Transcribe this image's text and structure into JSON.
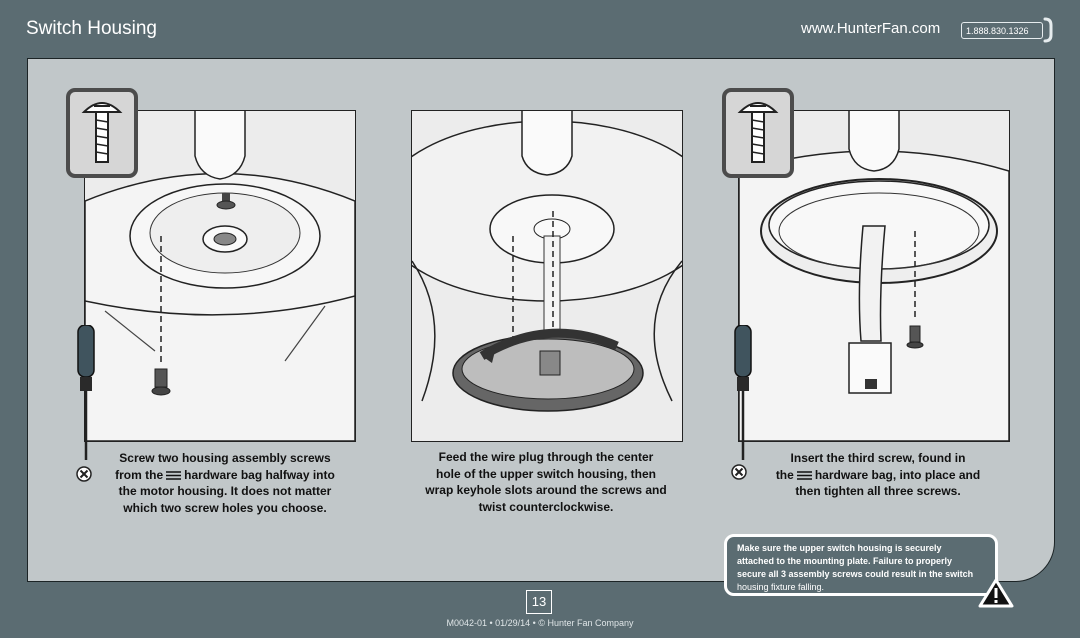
{
  "header": {
    "title": "Switch Housing",
    "website": "www.HunterFan.com",
    "phone": "1.888.830.1326"
  },
  "steps": [
    {
      "lines": [
        "Screw two housing assembly screws",
        "from the",
        "hardware bag halfway into",
        "the motor housing. It does not matter",
        "which two screw holes you choose."
      ]
    },
    {
      "lines": [
        "Feed the wire plug through the center",
        "hole of the upper switch housing, then",
        "wrap keyhole slots around the screws and",
        "twist counterclockwise."
      ]
    },
    {
      "lines": [
        "Insert the third screw, found in",
        "the",
        "hardware bag, into place and",
        "then tighten all three screws."
      ]
    }
  ],
  "warning": {
    "lines": [
      "Make sure the upper switch housing is securely",
      "attached to the mounting plate. Failure to properly",
      "secure all 3 assembly screws could result in the switch",
      "housing fixture falling."
    ]
  },
  "page_number": "13",
  "footer": "M0042-01 • 01/29/14 • © Hunter Fan Company"
}
